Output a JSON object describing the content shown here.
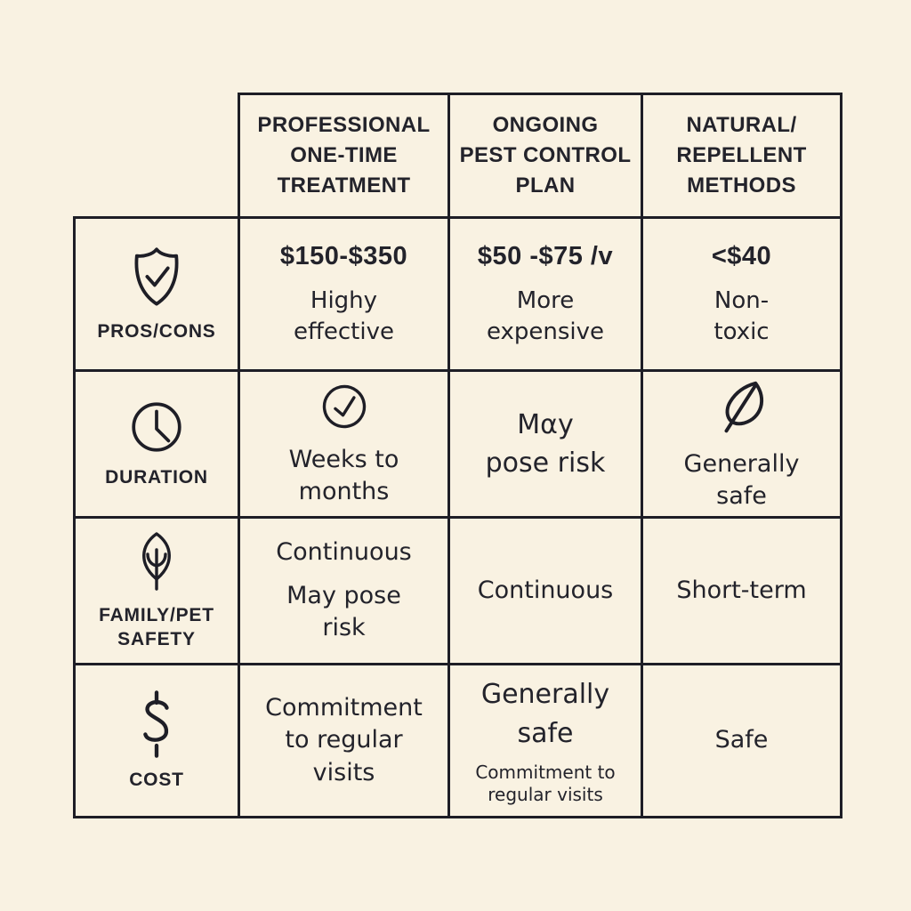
{
  "palette": {
    "background": "#f9f2e2",
    "ink": "#1e1e26"
  },
  "header": {
    "columns": [
      "PROFESSIONAL\nONE-TIME\nTREATMENT",
      "ONGOING\nPEST CONTROL\nPLAN",
      "NATURAL/\nREPELLENT\nMETHODS"
    ]
  },
  "icons": {
    "dollar_glyph": "$"
  },
  "rows": [
    {
      "label": "PROS/CONS",
      "icon": "shield-check-icon",
      "cells": [
        {
          "price": "$150-$350",
          "note": "Highy\neffective"
        },
        {
          "price": "$50 -$75 /v",
          "note": "More\nexpensive"
        },
        {
          "price": "<$40",
          "note": "Non-\ntoxic"
        }
      ]
    },
    {
      "label": "DURATION",
      "icon": "clock-icon",
      "cells": [
        {
          "icon": "circle-check-icon",
          "text": "Weeks to\nmonths"
        },
        {
          "text": "Mαy\npose risk"
        },
        {
          "icon": "leaf-slash-icon",
          "text": "Generally\nsafe"
        }
      ]
    },
    {
      "label": "FAMILY/PET\nSAFETY",
      "icon": "leaf-icon",
      "cells": [
        {
          "text": "Continuous",
          "text2": "May pose\nrisk"
        },
        {
          "text": "Continuous"
        },
        {
          "text": "Short-term"
        }
      ]
    },
    {
      "label": "COST",
      "icon": "dollar-icon",
      "cells": [
        {
          "text": "Commitment\nto regular\nvisits"
        },
        {
          "text": "Generally\nsafe",
          "sub": "Commitment to\nregular visits"
        },
        {
          "text": "Safe"
        }
      ]
    }
  ]
}
